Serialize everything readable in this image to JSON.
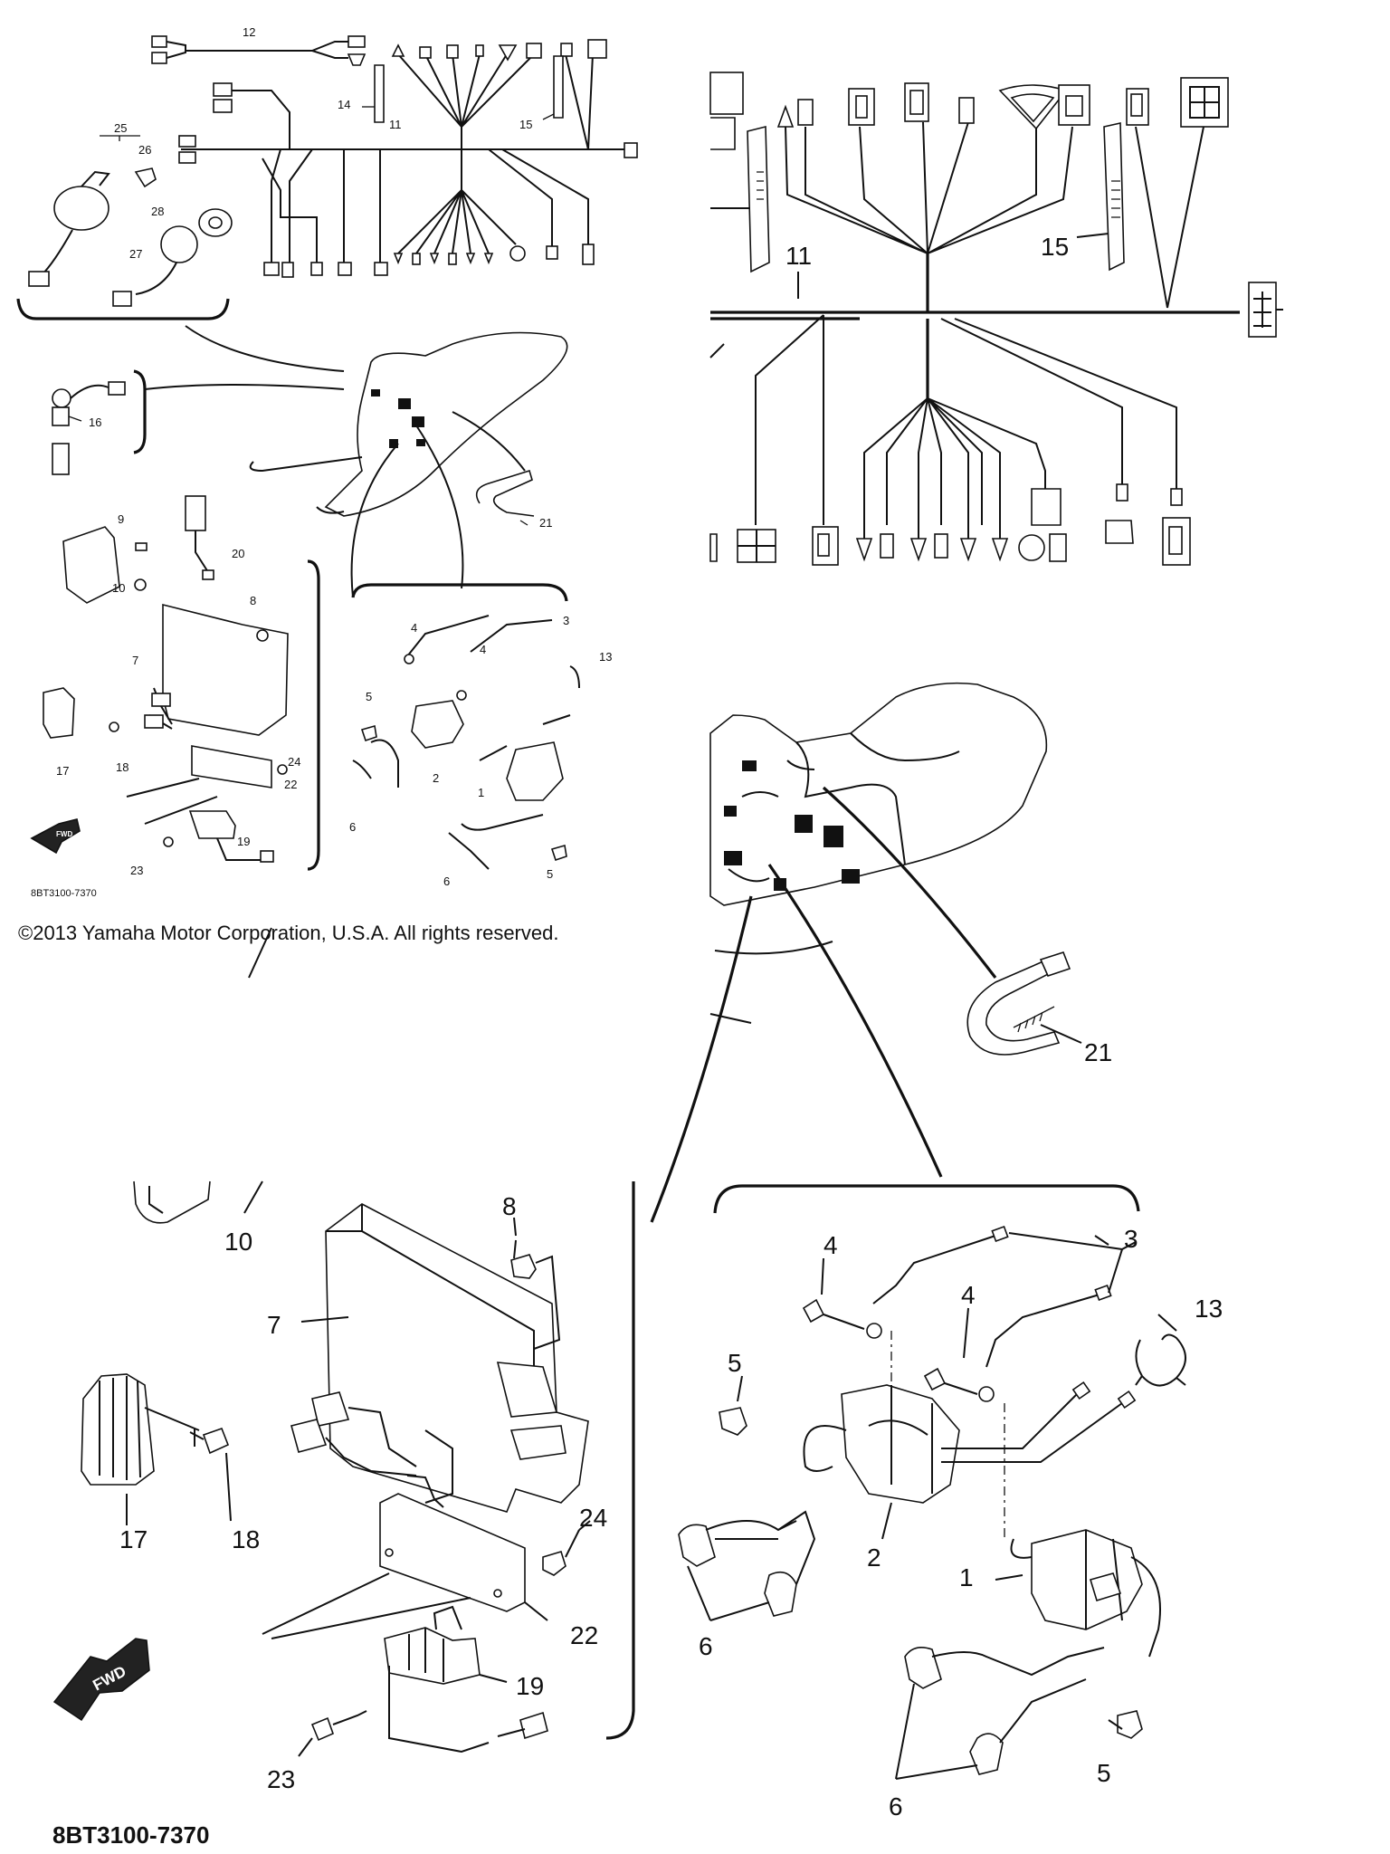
{
  "copyright": "©2013 Yamaha Motor Corporation, U.S.A. All rights reserved.",
  "diagram_code": "8BT3100-7370",
  "fwd_label": "FWD",
  "parts": {
    "p1": "1",
    "p2": "2",
    "p3": "3",
    "p4": "4",
    "p5": "5",
    "p6": "6",
    "p7": "7",
    "p8": "8",
    "p9": "9",
    "p10": "10",
    "p11": "11",
    "p12": "12",
    "p13": "13",
    "p14": "14",
    "p15": "15",
    "p16": "16",
    "p17": "17",
    "p18": "18",
    "p19": "19",
    "p20": "20",
    "p21": "21",
    "p22": "22",
    "p23": "23",
    "p24": "24",
    "p25": "25",
    "p26": "26",
    "p27": "27",
    "p28": "28"
  }
}
